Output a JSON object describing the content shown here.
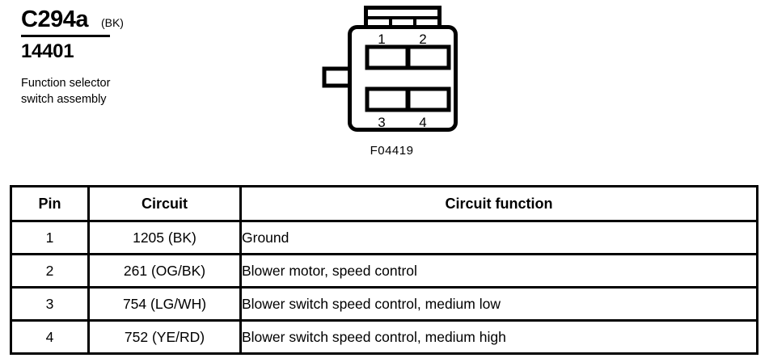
{
  "header": {
    "connector_id": "C294a",
    "connector_color": "(BK)",
    "part_number": "14401",
    "description_line1": "Function selector",
    "description_line2": "switch assembly"
  },
  "connector": {
    "code": "F04419",
    "pins": [
      {
        "number": "1",
        "position": "top-left"
      },
      {
        "number": "2",
        "position": "top-right"
      },
      {
        "number": "3",
        "position": "bottom-left"
      },
      {
        "number": "4",
        "position": "bottom-right"
      }
    ]
  },
  "table": {
    "headers": {
      "pin": "Pin",
      "circuit": "Circuit",
      "function": "Circuit function"
    },
    "rows": [
      {
        "pin": "1",
        "circuit": "1205 (BK)",
        "function": "Ground"
      },
      {
        "pin": "2",
        "circuit": "261 (OG/BK)",
        "function": "Blower motor, speed control"
      },
      {
        "pin": "3",
        "circuit": "754 (LG/WH)",
        "function": "Blower switch speed control, medium low"
      },
      {
        "pin": "4",
        "circuit": "752 (YE/RD)",
        "function": "Blower switch speed control, medium high"
      }
    ]
  },
  "colors": {
    "ink": "#000000",
    "paper": "#ffffff"
  }
}
